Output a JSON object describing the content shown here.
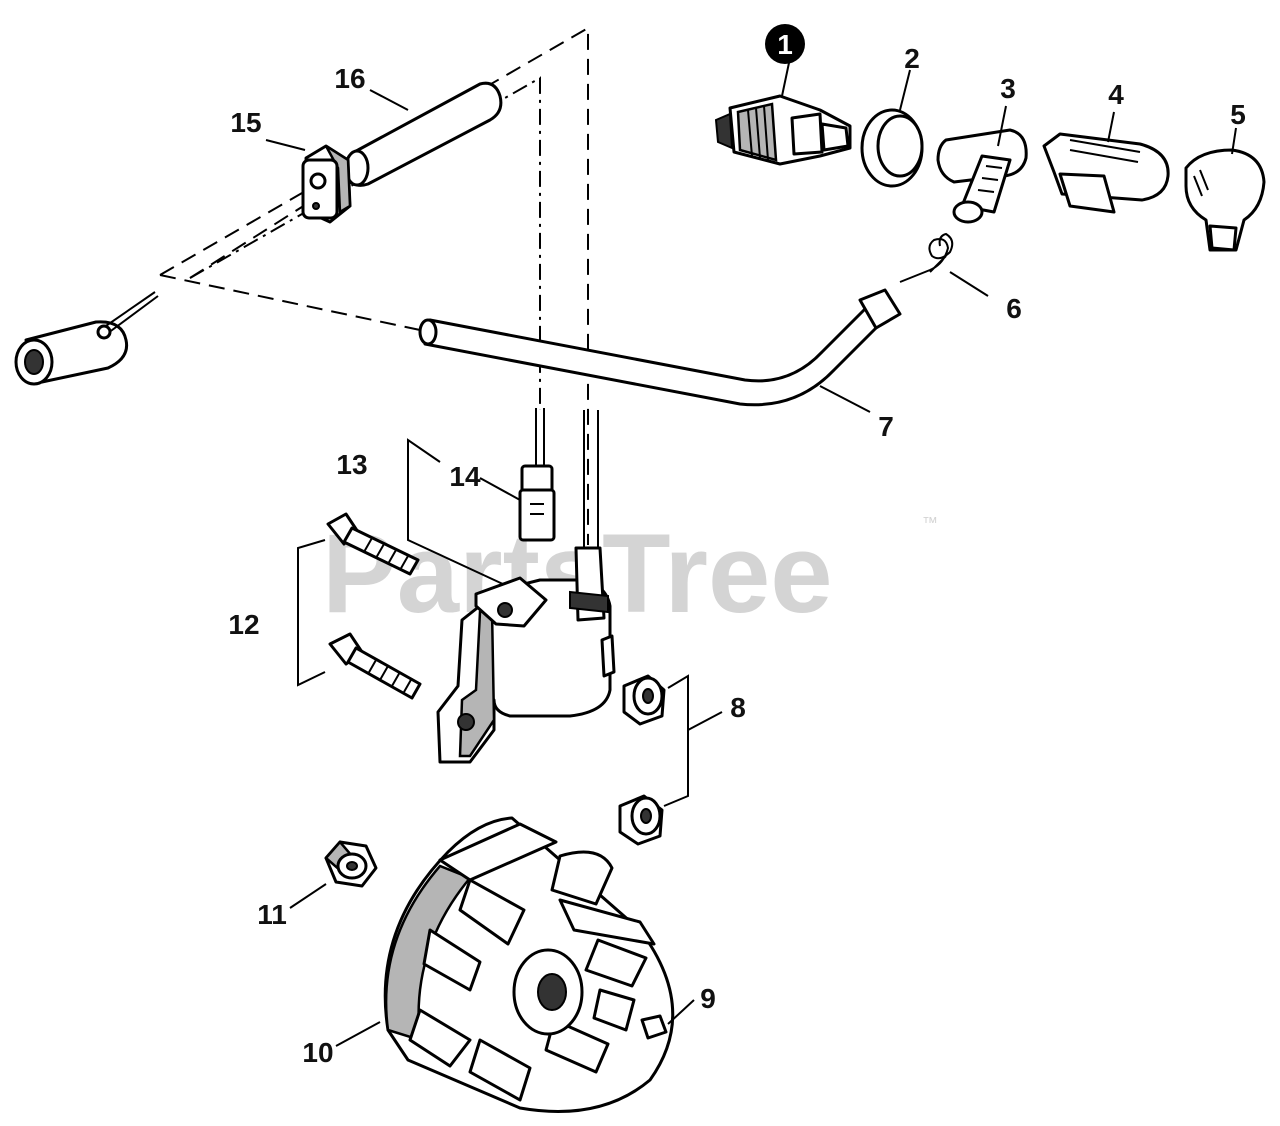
{
  "watermark": {
    "text": "PartsTree",
    "trademark": "™"
  },
  "callouts": {
    "c1": "1",
    "c2": "2",
    "c3": "3",
    "c4": "4",
    "c5": "5",
    "c6": "6",
    "c7": "7",
    "c8": "8",
    "c9": "9",
    "c10": "10",
    "c11": "11",
    "c12": "12",
    "c13": "13",
    "c14": "14",
    "c15": "15",
    "c16": "16"
  },
  "colors": {
    "line": "#000000",
    "shade": "#b5b5b5",
    "watermark": "#d4d4d4",
    "background": "#ffffff"
  }
}
